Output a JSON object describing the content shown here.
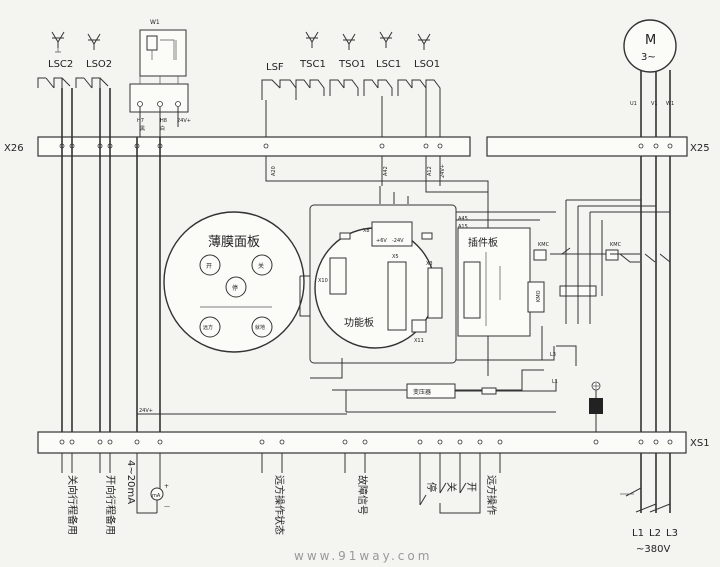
{
  "terminals": {
    "x26": "X26",
    "x25": "X25",
    "xs1": "XS1"
  },
  "switches": {
    "lsc2": "LSC2",
    "lso2": "LSO2",
    "w1": "W1",
    "lsf": "LSF",
    "tsc1": "TSC1",
    "tso1": "TSO1",
    "lsc1": "LSC1",
    "lso1": "LSO1"
  },
  "w1_pins": {
    "h7": "H7",
    "h8": "H8",
    "v24": "24V+",
    "black": "黑",
    "white": "白"
  },
  "motor": {
    "label": "M",
    "phase": "3~",
    "u1": "U1",
    "v1": "V1",
    "w1": "W1"
  },
  "membrane_panel": {
    "title": "薄膜面板",
    "open": "开",
    "close": "关",
    "stop": "停",
    "remote": "远方",
    "local": "就地"
  },
  "function_board": {
    "title": "功能板",
    "x8": "X8",
    "x5": "X5",
    "x3": "X3",
    "x10": "X10",
    "x11": "X11",
    "plus6v": "+6V",
    "minus24v": "-24V"
  },
  "plugin_board": {
    "title": "插件板"
  },
  "transformer": {
    "label": "变压器"
  },
  "kmc": {
    "label": "KMC",
    "kmo": "KMO"
  },
  "supply": {
    "l1": "L1",
    "l2": "L2",
    "l3": "L3",
    "voltage": "~380V"
  },
  "wire_labels": {
    "a20": "A20",
    "a42": "A42",
    "a12": "A12",
    "v24": "24V+",
    "a45": "A45",
    "a15": "A15",
    "l3": "L3",
    "l1": "L1",
    "v24b": "24V+"
  },
  "bottom_labels": {
    "close_travel": "关向行程备用",
    "open_travel": "开向行程备用",
    "current": "4~20mA",
    "ma": "mA",
    "plus": "+",
    "minus": "—",
    "remote_status": "远方操作状态",
    "fault_signal": "故障信号",
    "stop": "停",
    "close": "关",
    "open": "开",
    "remote_op": "远方操作"
  },
  "watermark": "www.91way.com"
}
